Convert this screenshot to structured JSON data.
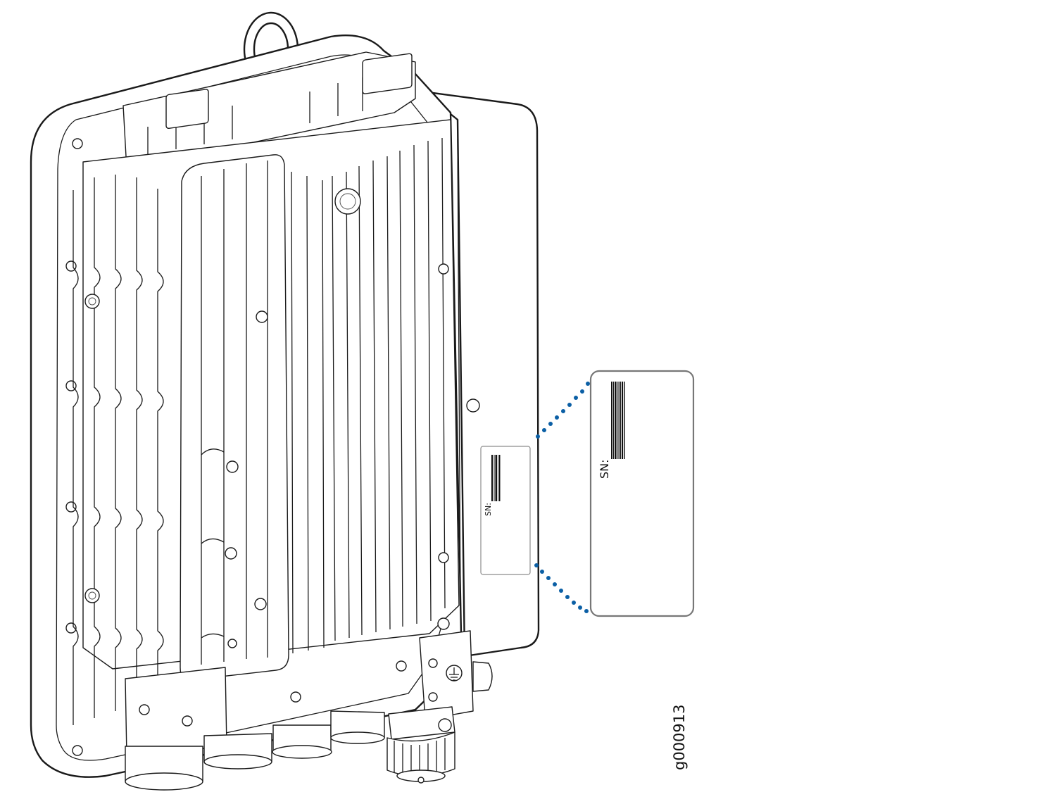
{
  "figure_id": "g000913",
  "device_label": {
    "sn_text": "SN:"
  },
  "callout_label": {
    "sn_text": "SN:"
  },
  "colors": {
    "callout_dots": "#0b5fa5",
    "outline": "#1a1a1a",
    "label_border": "#777777"
  }
}
